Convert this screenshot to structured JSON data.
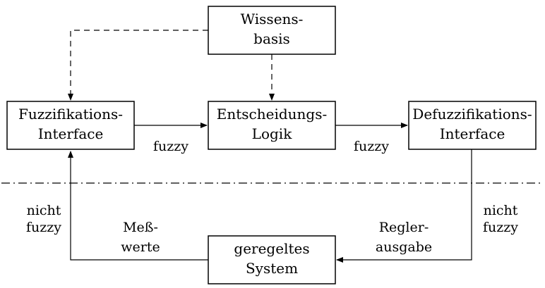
{
  "boxes": {
    "wissensbasis": [
      "Wissens-",
      "basis"
    ],
    "fuzzifikation": [
      "Fuzzifikations-",
      "Interface"
    ],
    "entscheidung": [
      "Entscheidungs-",
      "Logik"
    ],
    "defuzzifikation": [
      "Defuzzifikations-",
      "Interface"
    ],
    "system": [
      "geregeltes",
      "System"
    ]
  },
  "labels": {
    "fuzzy_left": "fuzzy",
    "fuzzy_right": "fuzzy",
    "nicht_fuzzy_left": [
      "nicht",
      "fuzzy"
    ],
    "nicht_fuzzy_right": [
      "nicht",
      "fuzzy"
    ],
    "messwerte": [
      "Meß-",
      "werte"
    ],
    "reglerausgabe": [
      "Regler-",
      "ausgabe"
    ]
  }
}
